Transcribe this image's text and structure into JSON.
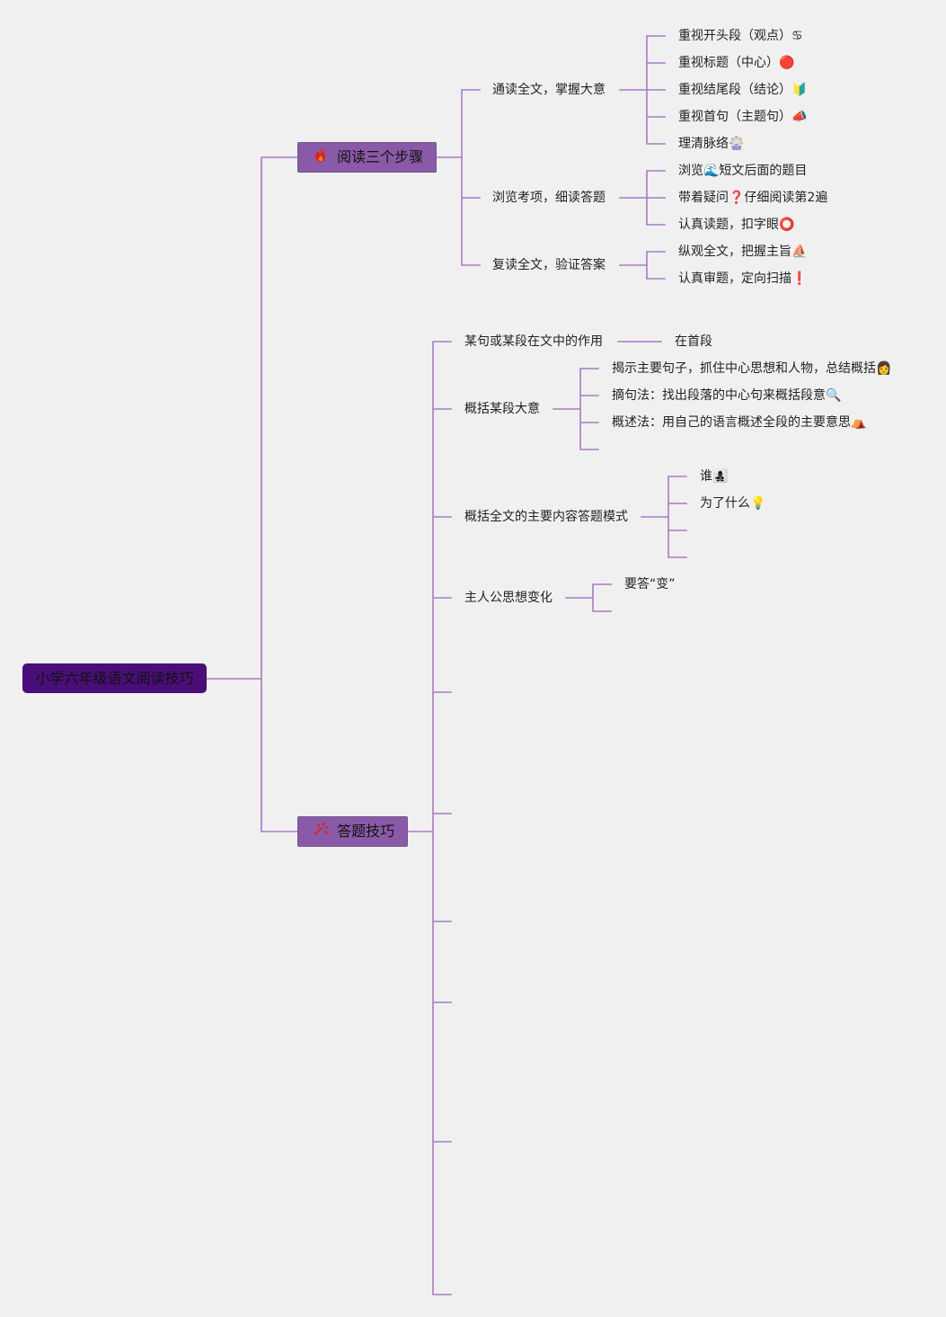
{
  "root": {
    "label": "小学六年级语文阅读技巧"
  },
  "branch_reading": {
    "label": "阅读三个步骤",
    "icon": "fire-icon",
    "steps": [
      {
        "label": "通读全文，掌握大意",
        "items": [
          "重视开头段（观点）♋",
          "重视标题（中心）🔴",
          "重视结尾段（结论）🔰",
          "重视首句（主题句）📣",
          "理清脉络🎡"
        ]
      },
      {
        "label": "浏览考项，细读答题",
        "items": [
          "浏览🌊短文后面的题目",
          "带着疑问❓仔细阅读第2遍",
          "认真读题，扣字眼⭕"
        ]
      },
      {
        "label": "复读全文，验证答案",
        "items": [
          "纵观全文，把握主旨⛵",
          "认真审题，定向扫描❗"
        ]
      }
    ]
  },
  "branch_skills": {
    "label": "答题技巧",
    "icon": "sparkle-icon",
    "topics": [
      {
        "label": "某句或某段在文中的作用",
        "items": [
          "在首段"
        ]
      },
      {
        "label": "概括某段大意",
        "items": [
          "揭示主要句子，抓住中心思想和人物，总结概括👩",
          "摘句法：找出段落的中心句来概括段意🔍",
          "概述法：用自己的语言概述全段的主要意思⛺"
        ]
      },
      {
        "label": "概括全文的主要内容答题模式",
        "items": [
          "谁👩‍👧‍👦",
          "为了什么💡"
        ]
      },
      {
        "label": "主人公思想变化",
        "items": [
          "要答“变”"
        ]
      }
    ]
  },
  "colors": {
    "line": "#a77bc4",
    "root_fill": "#4a0e78",
    "main_fill": "#8a5aa8",
    "background": "#f1f0f1"
  }
}
